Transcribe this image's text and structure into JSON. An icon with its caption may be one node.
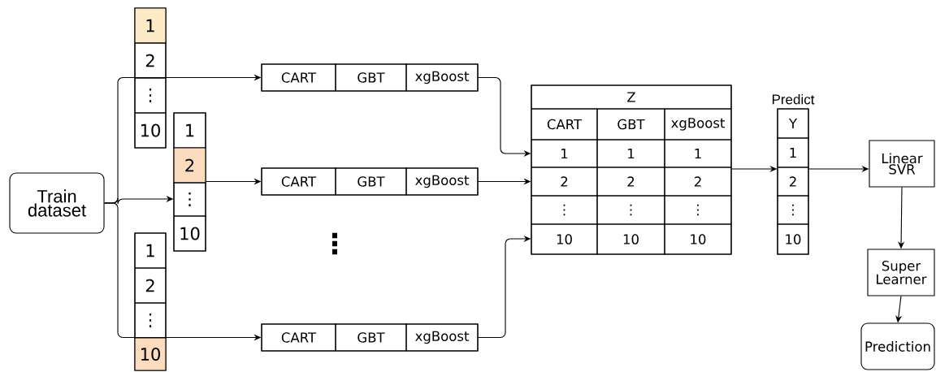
{
  "diagram": {
    "nodes": [
      {
        "text": [
          "Train dataset"
        ]
      },
      {
        "text": [],
        "shape": "box"
      },
      {
        "text": [
          "1"
        ],
        "in": 1
      },
      {
        "text": [
          "2"
        ],
        "in": 1
      },
      {
        "text": [
          "⋮"
        ],
        "in": 1
      },
      {
        "text": [
          "10"
        ],
        "in": 1
      },
      {
        "text": [],
        "shape": "box"
      },
      {
        "text": [
          "1"
        ],
        "in": 6
      },
      {
        "text": [
          "2"
        ],
        "in": 6
      },
      {
        "text": [
          "⋮"
        ],
        "in": 6
      },
      {
        "text": [
          "10"
        ],
        "in": 6
      },
      {
        "text": [],
        "shape": "box"
      },
      {
        "text": [
          "1"
        ],
        "in": 11
      },
      {
        "text": [
          "2"
        ],
        "in": 11
      },
      {
        "text": [
          "⋮"
        ],
        "in": 11
      },
      {
        "text": [
          "10"
        ],
        "in": 11
      },
      {
        "text": [],
        "shape": "box"
      },
      {
        "text": [
          "CART"
        ],
        "in": 16
      },
      {
        "text": [
          "GBT"
        ],
        "in": 16
      },
      {
        "text": [
          "xgBoost"
        ],
        "in": 16
      },
      {
        "text": [],
        "shape": "box"
      },
      {
        "text": [
          "CART"
        ],
        "in": 20
      },
      {
        "text": [
          "GBT"
        ],
        "in": 20
      },
      {
        "text": [
          "xgBoost"
        ],
        "in": 20
      },
      {
        "text": [],
        "shape": "box"
      },
      {
        "text": [
          "CART"
        ],
        "in": 24
      },
      {
        "text": [
          "GBT"
        ],
        "in": 24
      },
      {
        "text": [
          "xgBoost"
        ],
        "in": 24
      },
      {
        "text": [],
        "shape": "box"
      },
      {
        "text": [
          "Z"
        ],
        "in": 28
      },
      {
        "text": [
          "CART"
        ],
        "in": 28
      },
      {
        "text": [
          "GBT"
        ],
        "in": 28
      },
      {
        "text": [
          "xgBoost"
        ],
        "in": 28
      },
      {
        "text": [
          "1"
        ],
        "in": 28
      },
      {
        "text": [
          "1"
        ],
        "in": 28
      },
      {
        "text": [
          "1"
        ],
        "in": 28
      },
      {
        "text": [
          "2"
        ],
        "in": 28
      },
      {
        "text": [
          "2"
        ],
        "in": 28
      },
      {
        "text": [
          "2"
        ],
        "in": 28
      },
      {
        "text": [
          "⋮"
        ],
        "in": 28
      },
      {
        "text": [
          "⋮"
        ],
        "in": 28
      },
      {
        "text": [
          "⋮"
        ],
        "in": 28
      },
      {
        "text": [
          "10"
        ],
        "in": 28
      },
      {
        "text": [
          "10"
        ],
        "in": 28
      },
      {
        "text": [
          "10"
        ],
        "in": 28
      },
      {
        "text": [
          "Predict"
        ]
      },
      {
        "text": [
          "Y"
        ],
        "in": 45
      },
      {
        "text": [
          "1"
        ],
        "in": 45
      },
      {
        "text": [
          "2"
        ],
        "in": 45
      },
      {
        "text": [
          "⋮"
        ],
        "in": 45
      },
      {
        "text": [
          "10"
        ],
        "in": 45
      },
      {
        "text": [
          "Linear SVR"
        ]
      },
      {
        "text": [
          "Super Learner"
        ]
      },
      {
        "text": [
          "Prediction"
        ]
      }
    ],
    "edges": [
      {
        "from": 0,
        "to": 16,
        "arrow": "to"
      },
      {
        "from": 0,
        "to": 6,
        "arrow": "to"
      },
      {
        "from": 6,
        "to": 20,
        "arrow": "to"
      },
      {
        "from": 0,
        "to": 24,
        "arrow": "to"
      },
      {
        "from": 16,
        "to": 28,
        "arrow": "to"
      },
      {
        "from": 20,
        "to": 28,
        "arrow": "to"
      },
      {
        "from": 24,
        "to": 28,
        "arrow": "to"
      },
      {
        "from": 28,
        "to": 45,
        "arrow": "to"
      },
      {
        "from": 45,
        "to": 51,
        "arrow": "to"
      },
      {
        "from": 51,
        "to": 52,
        "arrow": "to"
      },
      {
        "from": 52,
        "to": 53,
        "arrow": "to"
      }
    ],
    "labels": [
      "⋮"
    ]
  }
}
